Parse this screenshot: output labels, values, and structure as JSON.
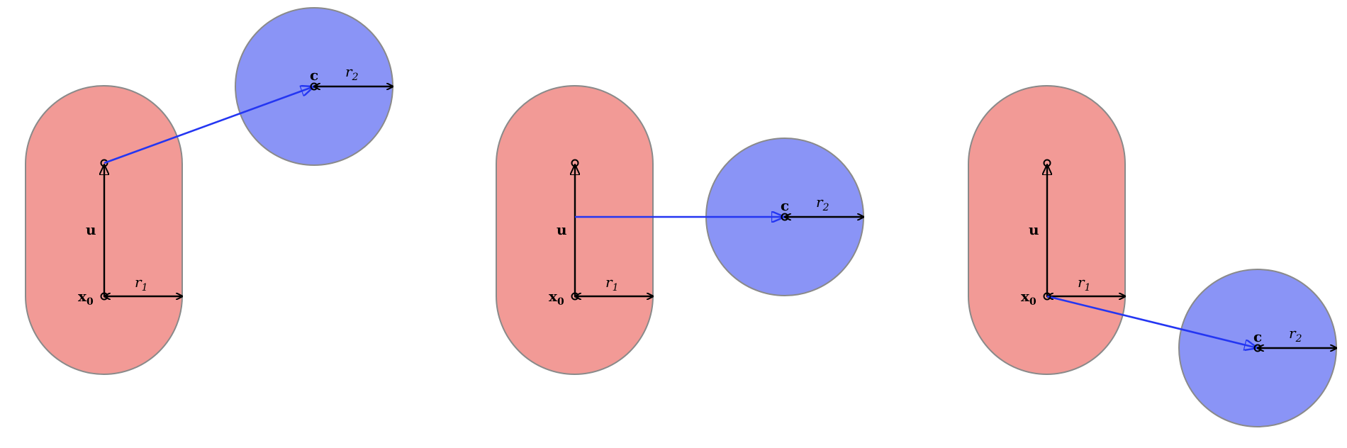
{
  "panels": [
    {
      "labels": {
        "x0": "x",
        "x0_sub": "0",
        "u": "u",
        "r1": "r",
        "r1_sub": "1",
        "c": "c",
        "r2": "r",
        "r2_sub": "2"
      },
      "colors": {
        "capsule": "#f29a96",
        "sphere": "#8a94f6",
        "arrow": "#2436f2"
      }
    },
    {
      "labels": {
        "x0": "x",
        "x0_sub": "0",
        "u": "u",
        "r1": "r",
        "r1_sub": "1",
        "c": "c",
        "r2": "r",
        "r2_sub": "2"
      },
      "colors": {
        "capsule": "#f29a96",
        "sphere": "#8a94f6",
        "arrow": "#2436f2"
      }
    },
    {
      "labels": {
        "x0": "x",
        "x0_sub": "0",
        "u": "u",
        "r1": "r",
        "r1_sub": "1",
        "c": "c",
        "r2": "r",
        "r2_sub": "2"
      },
      "colors": {
        "capsule": "#f29a96",
        "sphere": "#8a94f6",
        "arrow": "#2436f2"
      }
    }
  ]
}
